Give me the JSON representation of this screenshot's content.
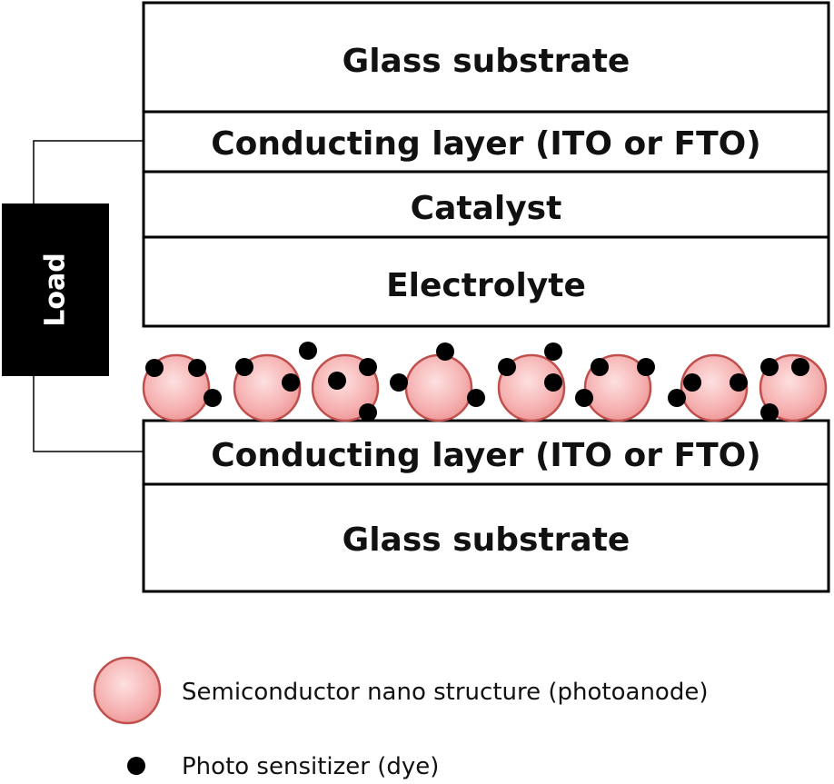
{
  "layers": {
    "top_glass": "Glass substrate",
    "top_conducting": "Conducting layer (ITO or FTO)",
    "catalyst": "Catalyst",
    "electrolyte": "Electrolyte",
    "bottom_conducting": "Conducting layer (ITO or FTO)",
    "bottom_glass": "Glass substrate"
  },
  "load": "Load",
  "legend": {
    "nanostructure": "Semiconductor nano structure (photoanode)",
    "dye": "Photo sensitizer (dye)"
  },
  "colors": {
    "nanoparticle_fill": "#f8b8b8",
    "nanoparticle_stroke": "#c0504d",
    "dye": "#000000",
    "load_box": "#000000"
  }
}
